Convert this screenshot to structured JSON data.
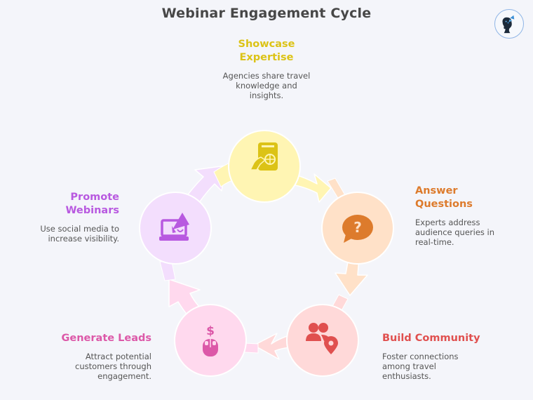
{
  "title": "Webinar Engagement Cycle",
  "logo": {
    "icon": "woman-silhouette-butterfly-icon"
  },
  "colors": {
    "background": "#f4f5fa",
    "title": "#474747",
    "description": "#555555"
  },
  "steps": [
    {
      "id": "showcase",
      "title_line1": "Showcase",
      "title_line2": "Expertise",
      "description_line1": "Agencies share travel",
      "description_line2": "knowledge and",
      "description_line3": "insights.",
      "icon": "passport-hand-icon",
      "color": "#dcc316",
      "fill": "#fff5b3"
    },
    {
      "id": "answer",
      "title_line1": "Answer",
      "title_line2": "Questions",
      "description_line1": "Experts address",
      "description_line2": "audience queries in",
      "description_line3": "real-time.",
      "icon": "question-bubble-icon",
      "color": "#dd7b2c",
      "fill": "#ffe1c8"
    },
    {
      "id": "build",
      "title_line1": "Build Community",
      "description_line1": "Foster connections",
      "description_line2": "among travel",
      "description_line3": "enthusiasts.",
      "icon": "people-location-icon",
      "color": "#e0504f",
      "fill": "#ffd9d9"
    },
    {
      "id": "generate",
      "title_line1": "Generate Leads",
      "description_line1": "Attract potential",
      "description_line2": "customers through",
      "description_line3": "engagement.",
      "icon": "dollar-mouse-icon",
      "color": "#dc58a8",
      "fill": "#ffd9ee"
    },
    {
      "id": "promote",
      "title_line1": "Promote",
      "title_line2": "Webinars",
      "description_line1": "Use social media to",
      "description_line2": "increase visibility.",
      "icon": "laptop-megaphone-icon",
      "color": "#b859e0",
      "fill": "#f3defd"
    }
  ]
}
